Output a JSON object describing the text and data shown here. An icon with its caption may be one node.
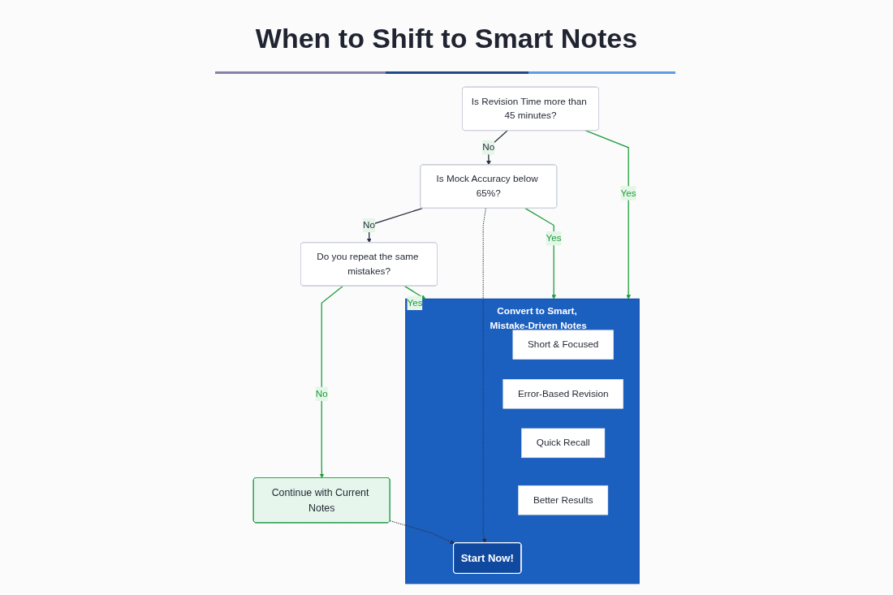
{
  "diagram": {
    "title": "When to Shift to Smart Notes",
    "nodes": [
      {
        "text": [
          "Is Revision Time more than 45 minutes?"
        ]
      },
      {
        "text": [
          "Is Mock Accuracy below 65%?"
        ]
      },
      {
        "text": [
          "Do you repeat the same mistakes?"
        ]
      },
      {
        "text": [
          "Continue with Current Notes"
        ]
      },
      {
        "text": [
          "Convert to Smart, Mistake-Driven Notes"
        ]
      },
      {
        "text": [
          "Short & Focused"
        ],
        "in": 4
      },
      {
        "text": [
          "Error-Based Revision"
        ],
        "in": 4
      },
      {
        "text": [
          "Quick Recall"
        ],
        "in": 4
      },
      {
        "text": [
          "Better Results"
        ],
        "in": 4
      },
      {
        "text": [
          "Start Now!"
        ],
        "in": 4
      }
    ],
    "edges": [
      {
        "from": 0,
        "to": 4,
        "arrow": "to",
        "label": "Yes"
      },
      {
        "from": 0,
        "to": 1,
        "arrow": "to",
        "label": "No",
        "color": "#2b3040"
      },
      {
        "from": 1,
        "to": 4,
        "arrow": "to",
        "label": "Yes"
      },
      {
        "from": 1,
        "to": 2,
        "arrow": "to",
        "label": "No",
        "color": "#2b3040"
      },
      {
        "from": 2,
        "to": 4,
        "arrow": "to",
        "label": "Yes"
      },
      {
        "from": 2,
        "to": 3,
        "arrow": "to",
        "label": "No"
      },
      {
        "from": 1,
        "to": 9,
        "arrow": "to",
        "style": "dashed",
        "color": "#2b3040"
      },
      {
        "from": 3,
        "to": 9,
        "arrow": "to",
        "style": "dashed",
        "color": "#2b3040"
      }
    ]
  }
}
